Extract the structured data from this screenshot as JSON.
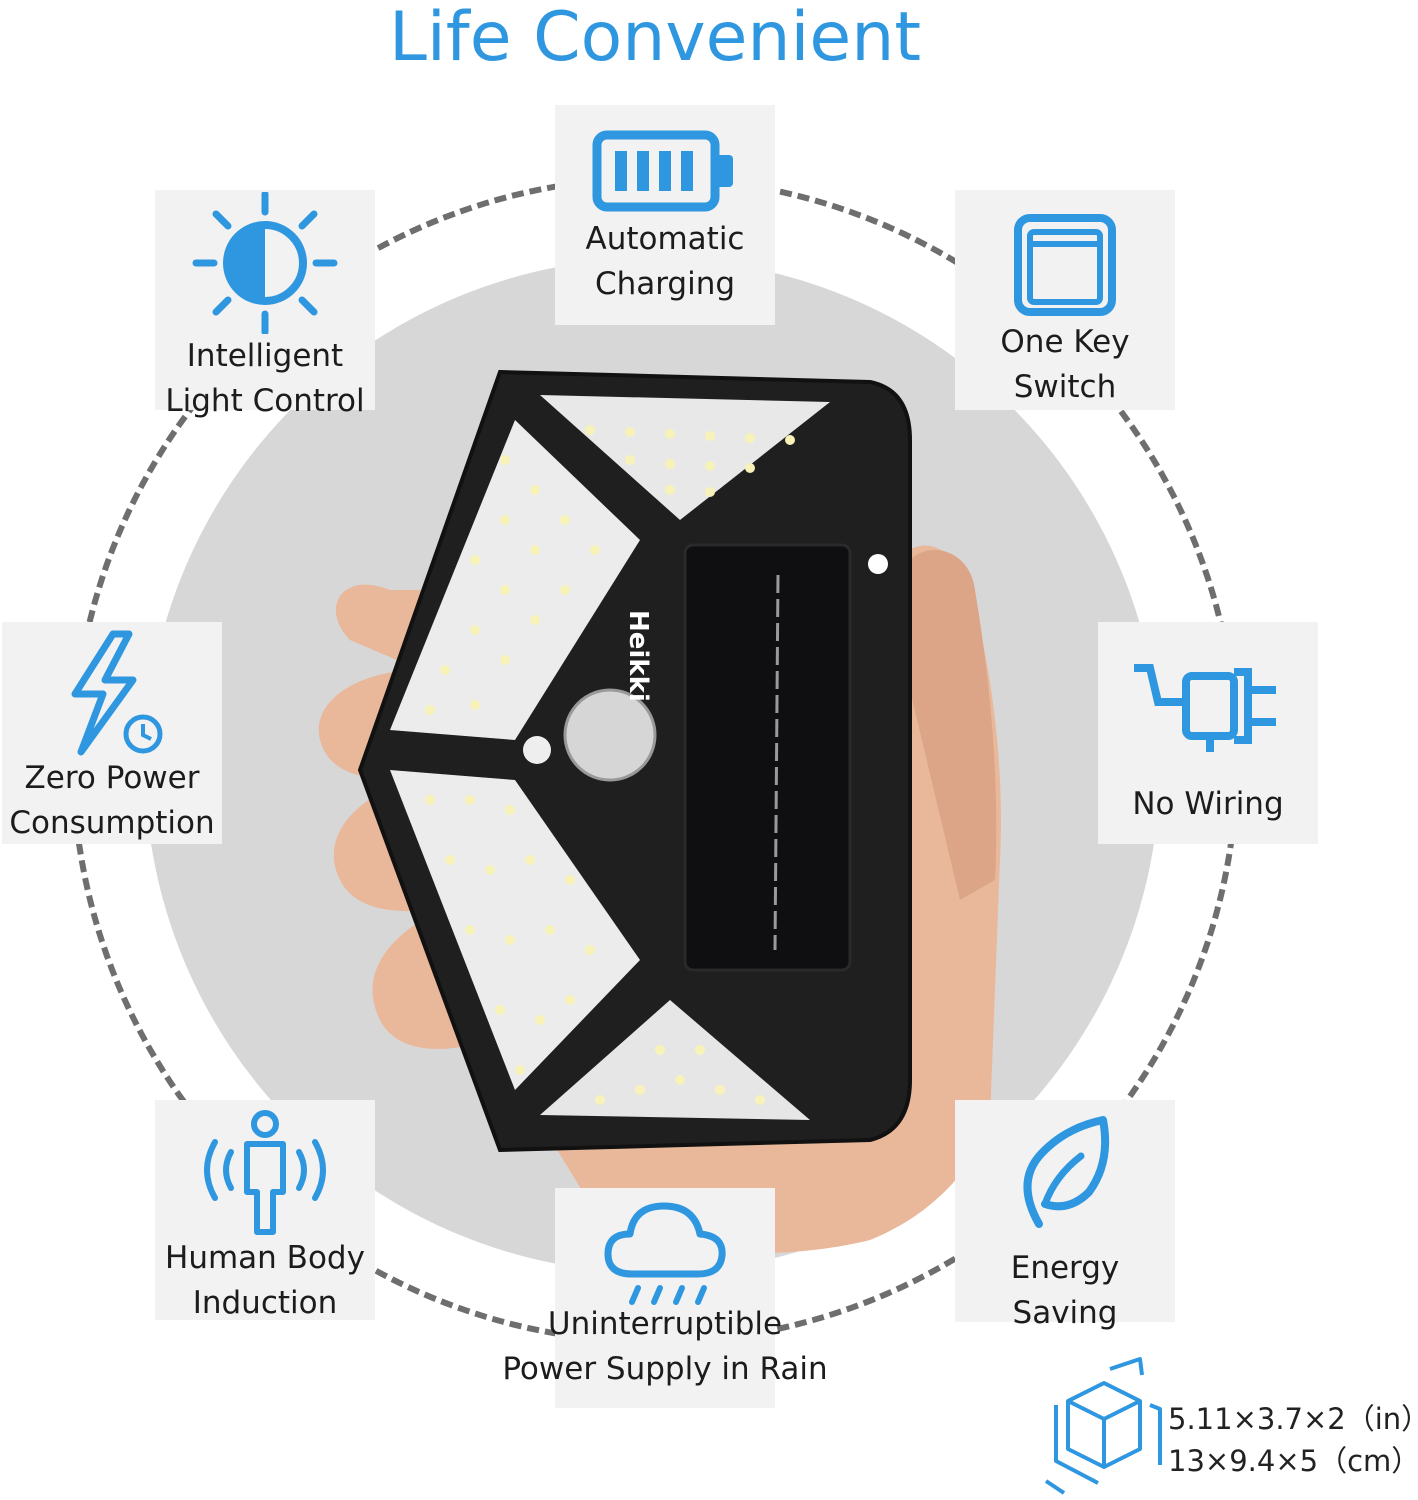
{
  "title": "Life Convenient",
  "features": {
    "automatic_charging": {
      "line1": "Automatic",
      "line2": "Charging",
      "icon": "battery-icon"
    },
    "one_key_switch": {
      "line1": "One Key",
      "line2": "Switch",
      "icon": "switch-icon"
    },
    "intelligent_light_control": {
      "line1": "Intelligent",
      "line2": "Light Control",
      "icon": "sun-icon"
    },
    "zero_power_consumption": {
      "line1": "Zero Power",
      "line2": "Consumption",
      "icon": "lightning-clock-icon"
    },
    "no_wiring": {
      "line1": "No Wiring",
      "icon": "plug-icon"
    },
    "human_body_induction": {
      "line1": "Human Body",
      "line2": "Induction",
      "icon": "person-sensor-icon"
    },
    "uninterruptible_power": {
      "line1": "Uninterruptible",
      "line2": "Power Supply in Rain",
      "icon": "rain-cloud-icon"
    },
    "energy_saving": {
      "line1": "Energy Saving",
      "icon": "leaf-icon"
    }
  },
  "product": {
    "brand": "Heikki"
  },
  "dimensions": {
    "inches": "5.11×3.7×2（in）",
    "cm": "13×9.4×5（cm）",
    "icon": "cube-icon"
  },
  "colors": {
    "accent": "#2e97e0",
    "card_bg": "#f2f2f2",
    "disk_bg": "#d8d7d8"
  }
}
